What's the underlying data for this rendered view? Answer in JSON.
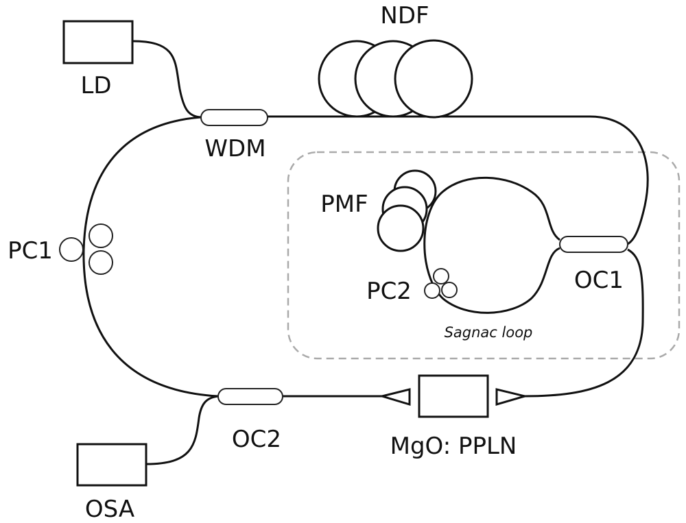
{
  "labels": {
    "ld": "LD",
    "wdm": "WDM",
    "ndf": "NDF",
    "pmf": "PMF",
    "pc1": "PC1",
    "pc2": "PC2",
    "oc1": "OC1",
    "oc2": "OC2",
    "sagnac": "Sagnac loop",
    "ppln": "MgO: PPLN",
    "osa": "OSA"
  },
  "colors": {
    "line": "#111111",
    "dashed_box": "#aaaaaa"
  }
}
